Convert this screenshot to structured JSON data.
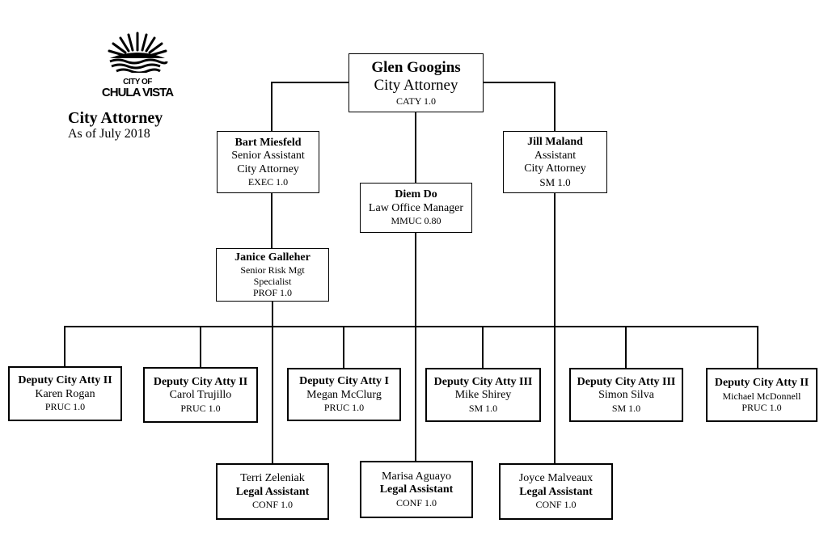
{
  "header": {
    "logo_line1": "CITY OF",
    "logo_line2": "CHULA VISTA",
    "title": "City Attorney",
    "subtitle": "As of July 2018"
  },
  "positions": {
    "glen": {
      "name": "Glen Googins",
      "title": "City Attorney",
      "code": "CATY 1.0"
    },
    "bart": {
      "name": "Bart Miesfeld",
      "title1": "Senior Assistant",
      "title2": "City Attorney",
      "code": "EXEC 1.0"
    },
    "diem": {
      "name": "Diem Do",
      "title": "Law Office Manager",
      "code": "MMUC  0.80"
    },
    "jill": {
      "name": "Jill Maland",
      "title1": "Assistant",
      "title2": "City Attorney",
      "code": "SM 1.0"
    },
    "janice": {
      "name": "Janice Galleher",
      "title1": "Senior Risk Mgt",
      "title2": "Specialist",
      "code": "PROF 1.0"
    }
  },
  "deputies": [
    {
      "title": "Deputy City Atty II",
      "name": "Karen Rogan",
      "code": "PRUC 1.0"
    },
    {
      "title": "Deputy City Atty II",
      "name": "Carol Trujillo",
      "code": "PRUC 1.0"
    },
    {
      "title": "Deputy City Atty I",
      "name": "Megan McClurg",
      "code": "PRUC 1.0"
    },
    {
      "title": "Deputy City Atty III",
      "name": "Mike Shirey",
      "code": "SM 1.0"
    },
    {
      "title": "Deputy City Atty III",
      "name": "Simon Silva",
      "code": "SM 1.0"
    },
    {
      "title": "Deputy City Atty II",
      "name": "Michael McDonnell",
      "code": "PRUC 1.0"
    }
  ],
  "assistants": [
    {
      "name": "Terri Zeleniak",
      "title": "Legal Assistant",
      "code": "CONF 1.0"
    },
    {
      "name": "Marisa Aguayo",
      "title": "Legal Assistant",
      "code": "CONF 1.0"
    },
    {
      "name": "Joyce Malveaux",
      "title": "Legal Assistant",
      "code": "CONF 1.0"
    }
  ]
}
